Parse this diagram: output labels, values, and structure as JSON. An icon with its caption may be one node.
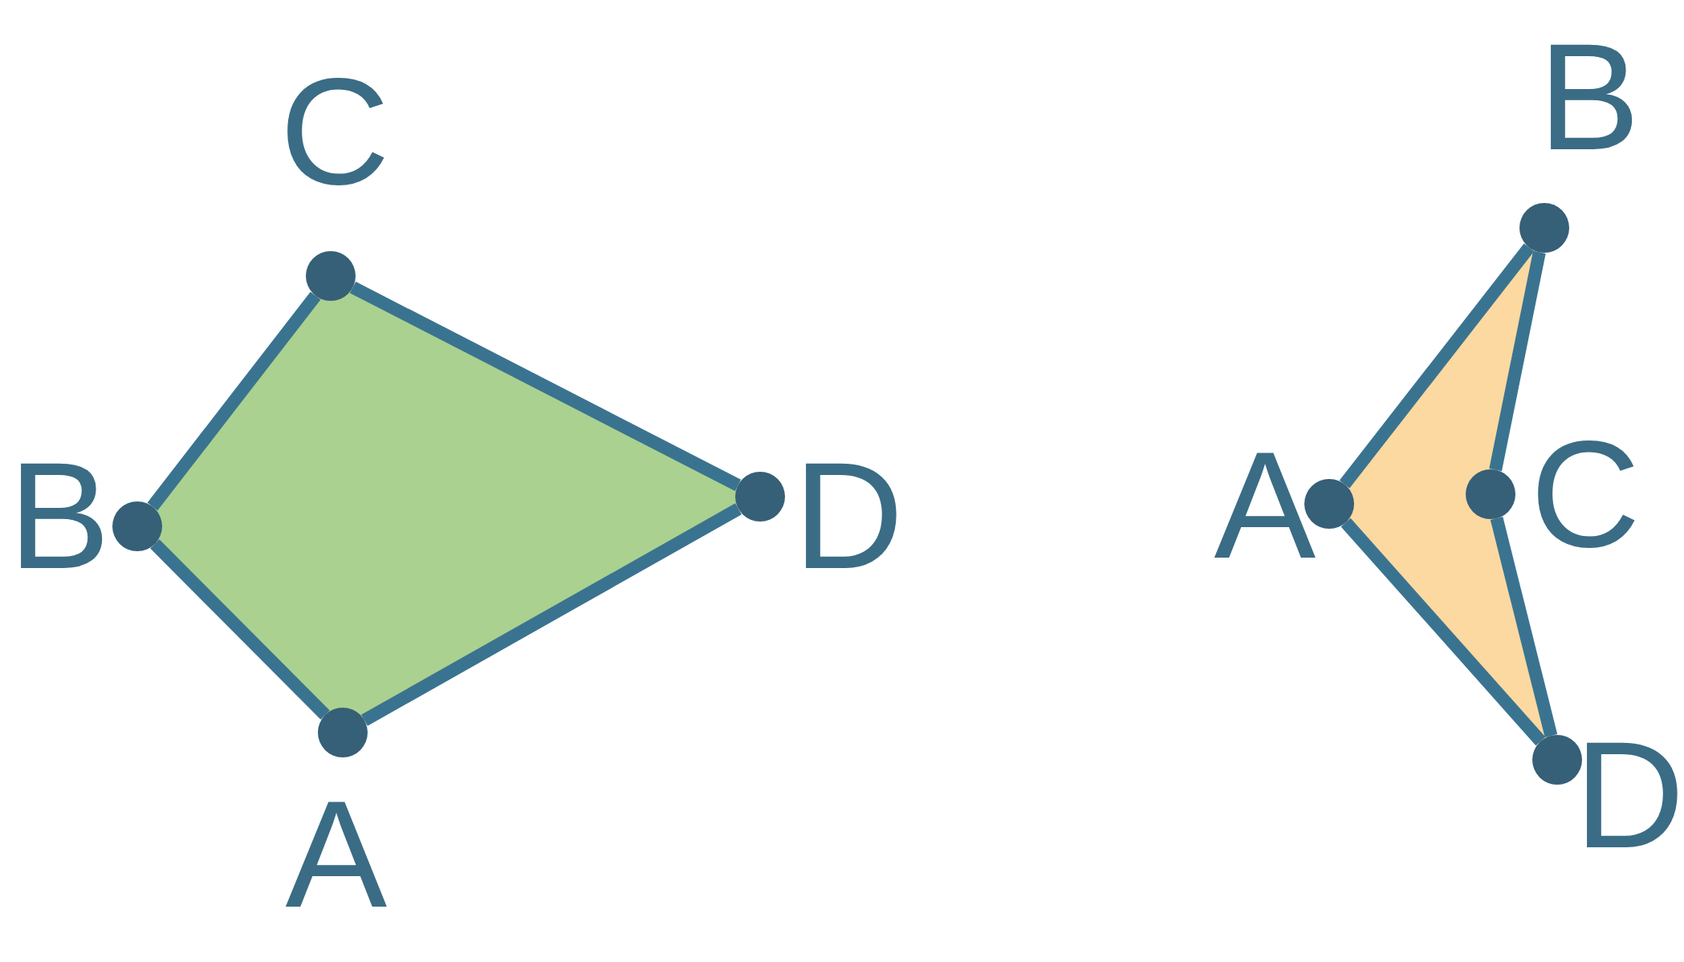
{
  "diagram": {
    "nodes": [
      {
        "text": [
          "A"
        ]
      },
      {
        "text": [
          "B"
        ]
      },
      {
        "text": [
          "C"
        ]
      },
      {
        "text": [
          "D"
        ]
      },
      {
        "text": [
          "A"
        ]
      },
      {
        "text": [
          "B"
        ]
      },
      {
        "text": [
          "C"
        ]
      },
      {
        "text": [
          "D"
        ]
      }
    ],
    "edges": [
      {
        "from": 0,
        "to": 1,
        "arrow": "none"
      },
      {
        "from": 1,
        "to": 2,
        "arrow": "none"
      },
      {
        "from": 2,
        "to": 3,
        "arrow": "none"
      },
      {
        "from": 3,
        "to": 0,
        "arrow": "none"
      },
      {
        "from": 4,
        "to": 5,
        "arrow": "none"
      },
      {
        "from": 5,
        "to": 6,
        "arrow": "none"
      },
      {
        "from": 6,
        "to": 7,
        "arrow": "none"
      },
      {
        "from": 7,
        "to": 4,
        "arrow": "none"
      }
    ]
  }
}
